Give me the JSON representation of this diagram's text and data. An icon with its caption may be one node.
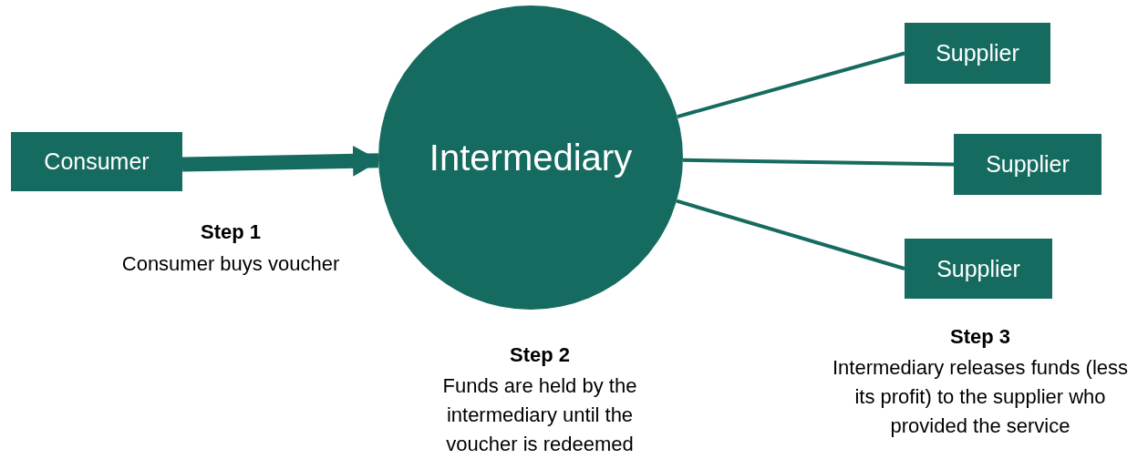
{
  "diagram": {
    "nodes": [
      {
        "text": [
          "Consumer"
        ]
      },
      {
        "text": [
          "Intermediary"
        ]
      },
      {
        "text": [
          "Supplier"
        ]
      },
      {
        "text": [
          "Supplier"
        ]
      },
      {
        "text": [
          "Supplier"
        ]
      }
    ],
    "edges": [
      {
        "from": 0,
        "to": 1,
        "arrow": "to",
        "style": "thick"
      },
      {
        "from": 1,
        "to": 2,
        "arrow": "none"
      },
      {
        "from": 1,
        "to": 3,
        "arrow": "none"
      },
      {
        "from": 1,
        "to": 4,
        "arrow": "none"
      }
    ],
    "labels": [
      "Step 1",
      "Consumer buys voucher",
      "Step 2",
      "Funds are held by the intermediary until the voucher is redeemed",
      "Step 3",
      "Intermediary releases funds (less its profit) to the supplier who provided the service"
    ]
  }
}
